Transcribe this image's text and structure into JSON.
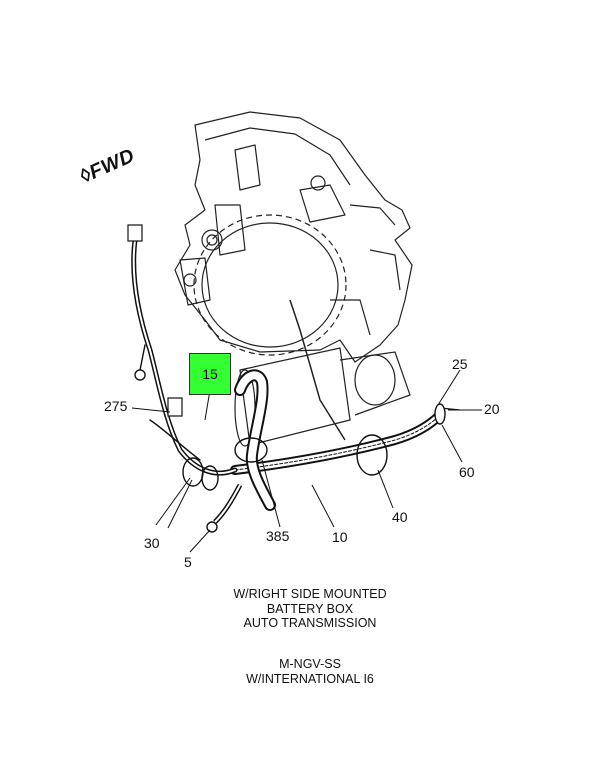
{
  "orientation_label": "FWD",
  "highlight_color": "#33ff33",
  "callouts": {
    "c15": "15",
    "c25": "25",
    "c20": "20",
    "c275": "275",
    "c60": "60",
    "c40": "40",
    "c30": "30",
    "c385": "385",
    "c10": "10",
    "c5": "5"
  },
  "caption": {
    "line1": "W/RIGHT SIDE MOUNTED",
    "line2": "BATTERY BOX",
    "line3": "AUTO TRANSMISSION"
  },
  "model": {
    "line1": "M-NGV-SS",
    "line2": "W/INTERNATIONAL I6"
  }
}
